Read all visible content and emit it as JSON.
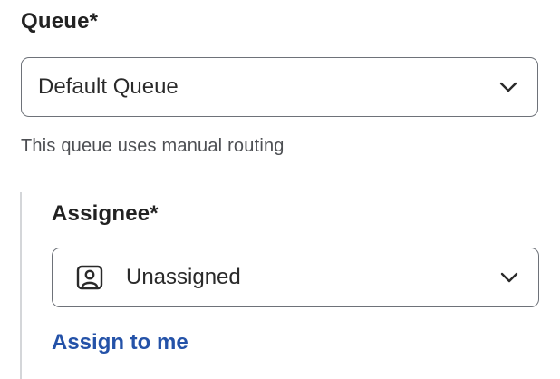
{
  "queue": {
    "label": "Queue*",
    "selected_value": "Default Queue",
    "dropdown_icon": "chevron-down-icon",
    "helper_text": "This queue uses manual routing"
  },
  "assignee": {
    "label": "Assignee*",
    "selected_value": "Unassigned",
    "value_icon": "user-badge-icon",
    "dropdown_icon": "chevron-down-icon",
    "assign_to_me_label": "Assign to me"
  },
  "colors": {
    "text": "#222222",
    "border": "#6e7279",
    "helper_text": "#4d4f53",
    "link": "#2452a8",
    "divider": "#d4d6d9"
  }
}
